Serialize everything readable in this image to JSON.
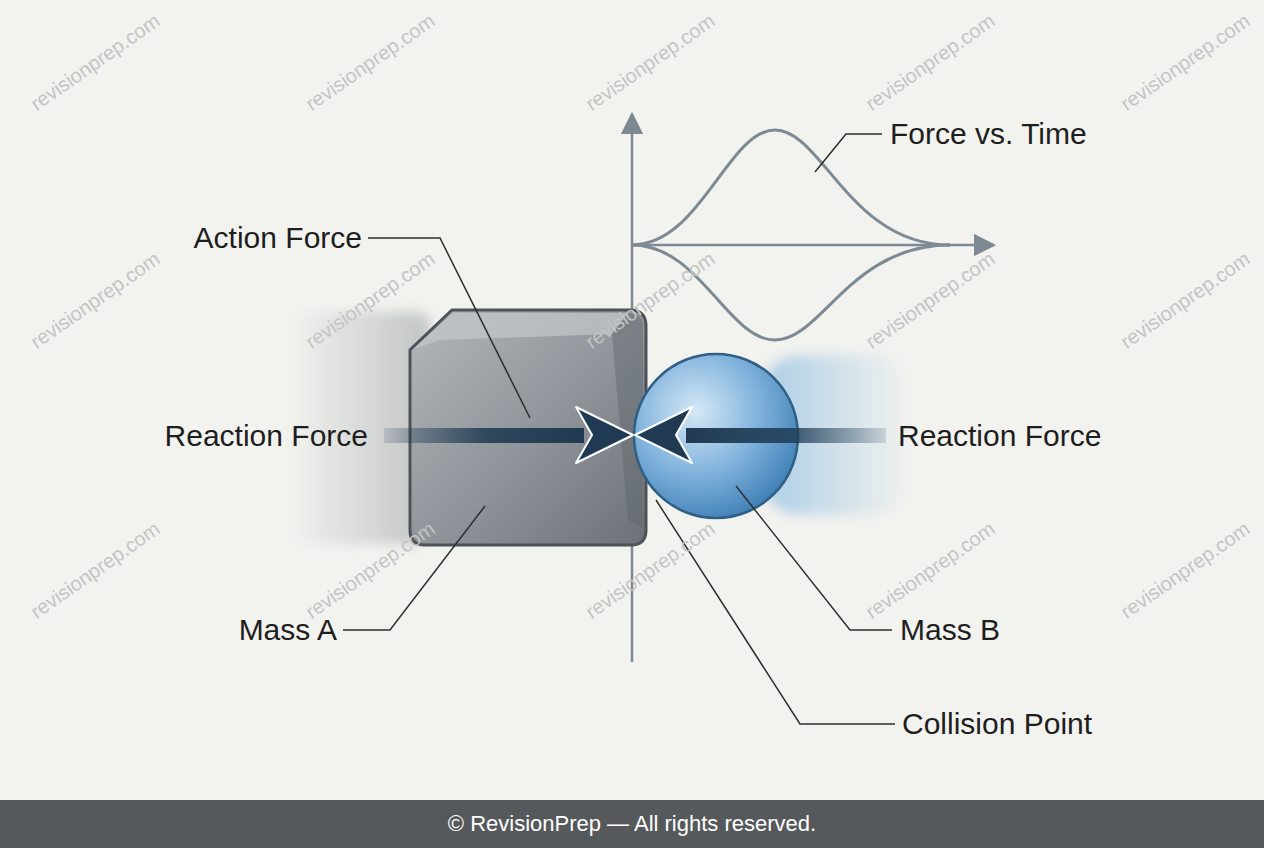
{
  "diagram": {
    "nodes": [
      {
        "text": [
          "© RevisionPrep — All rights reserved."
        ]
      }
    ],
    "labels": [
      "Force vs. Time",
      "Action Force",
      "Reaction Force",
      "Reaction Force",
      "Mass A",
      "Mass B",
      "Collision Point",
      "revisionprep.com",
      "revisionprep.com",
      "revisionprep.com",
      "revisionprep.com",
      "revisionprep.com",
      "revisionprep.com",
      "revisionprep.com",
      "revisionprep.com",
      "revisionprep.com",
      "revisionprep.com",
      "revisionprep.com",
      "revisionprep.com",
      "revisionprep.com",
      "revisionprep.com",
      "revisionprep.com"
    ]
  }
}
